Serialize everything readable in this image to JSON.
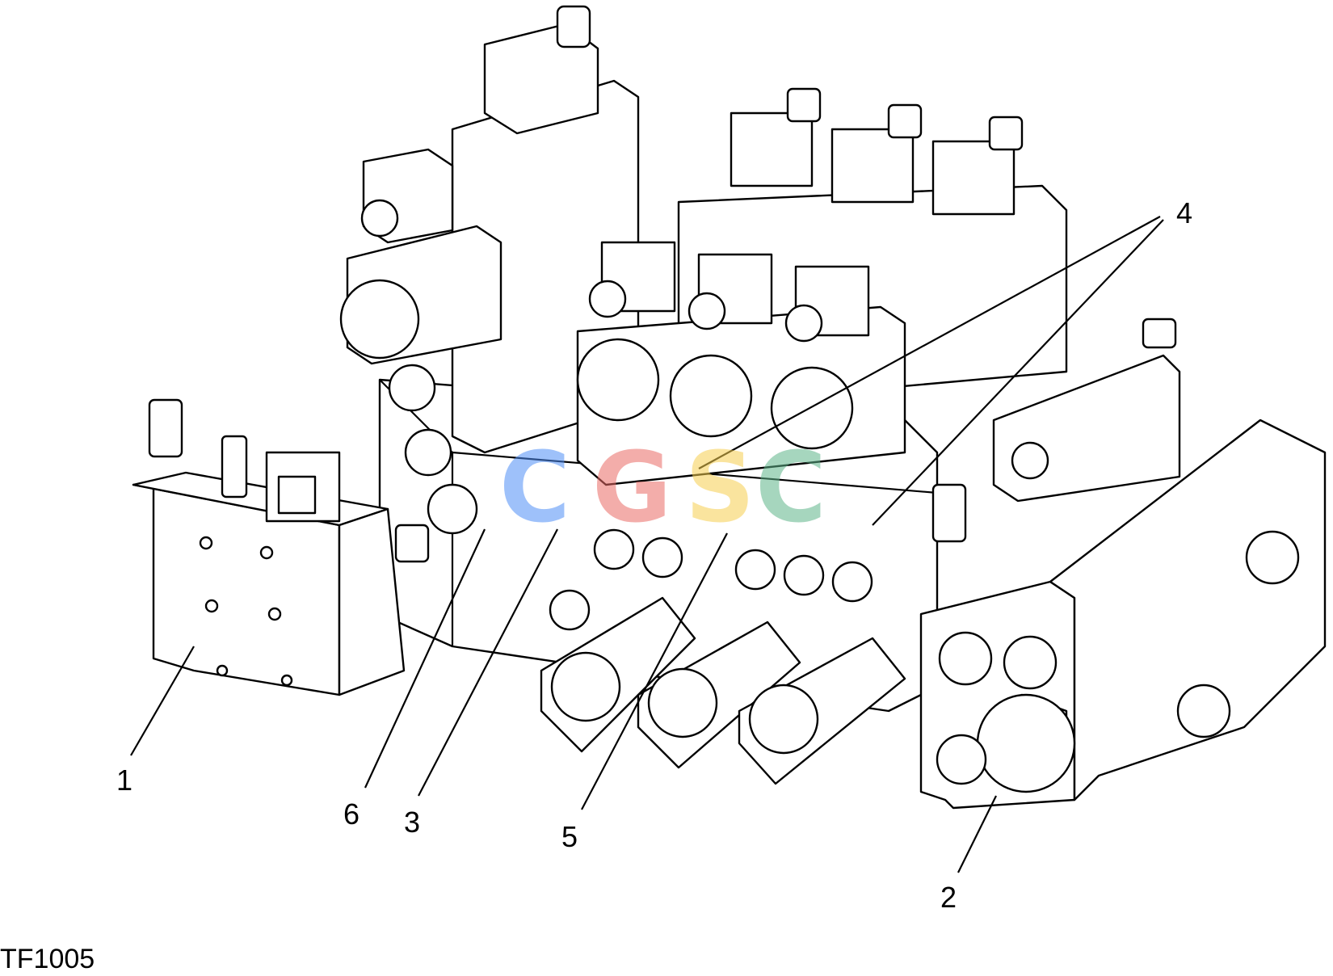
{
  "figure_code": "TF1005",
  "callouts": [
    {
      "id": "1",
      "label": "1"
    },
    {
      "id": "2",
      "label": "2"
    },
    {
      "id": "3",
      "label": "3"
    },
    {
      "id": "4",
      "label": "4"
    },
    {
      "id": "5",
      "label": "5"
    },
    {
      "id": "6",
      "label": "6"
    }
  ],
  "watermark": {
    "letters": [
      "C",
      "G",
      "S",
      "C"
    ],
    "colors": [
      "#4f8ff7",
      "#ea6b66",
      "#f7cf4f",
      "#5fb58a"
    ]
  }
}
